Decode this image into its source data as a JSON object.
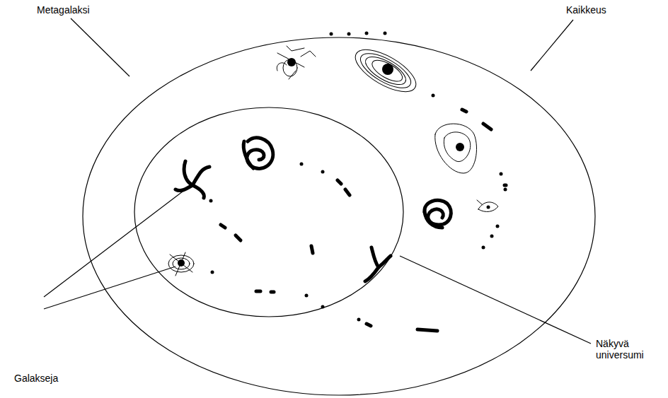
{
  "diagram": {
    "labels": [
      "Metagalaksi",
      "Kaikkeus",
      "Galakseja",
      "Näkyvä universumi"
    ]
  }
}
